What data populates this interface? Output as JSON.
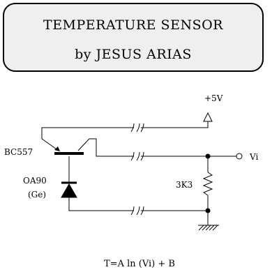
{
  "banner": {
    "title": "TEMPERATURE  SENSOR",
    "author": "by  JESUS ARIAS"
  },
  "circuit": {
    "supply_label": "+5V",
    "output_label": "Vi",
    "transistor_label": "BC557",
    "diode_label": "OA90",
    "diode_material": "(Ge)",
    "resistor_label": "3K3"
  },
  "formula": "T=A ln (Vi) + B"
}
